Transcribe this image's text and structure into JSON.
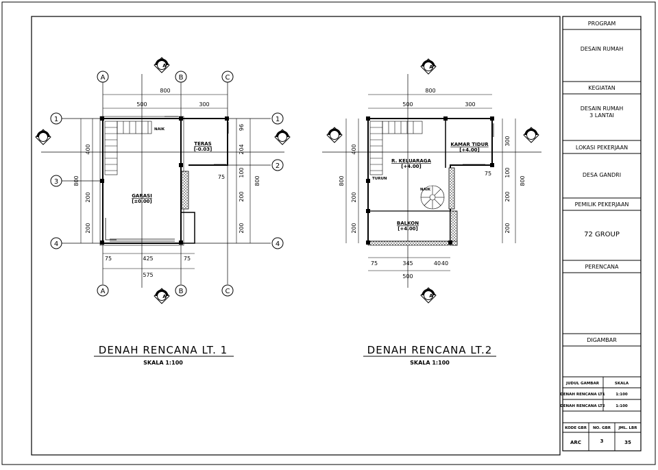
{
  "plan1": {
    "title": "DENAH RENCANA LT. 1",
    "scale": "SKALA 1:100",
    "grid_letters": [
      "A",
      "B",
      "C"
    ],
    "grid_numbers": [
      "1",
      "2",
      "3",
      "4"
    ],
    "dims": {
      "top_total": "800",
      "top_a": "500",
      "top_b": "300",
      "left_400": "400",
      "left_800": "800",
      "left_200a": "200",
      "left_200b": "200",
      "right_96": "96",
      "right_204": "204",
      "right_100": "100",
      "right_200a": "200",
      "right_200b": "200",
      "right_800": "800",
      "inner_75": "75",
      "bottom_75a": "75",
      "bottom_425": "425",
      "bottom_75b": "75",
      "bottom_575": "575"
    },
    "rooms": {
      "teras_name": "TERAS",
      "teras_level": "[-0.03]",
      "garasi_name": "GARASI",
      "garasi_level": "[±0.00]",
      "naik": "NAIK"
    }
  },
  "plan2": {
    "title": "DENAH RENCANA LT.2",
    "scale": "SKALA 1:100",
    "dims": {
      "top_total": "800",
      "top_a": "500",
      "top_b": "300",
      "left_400": "400",
      "left_800": "800",
      "left_200a": "200",
      "left_200b": "200",
      "right_300": "300",
      "right_100": "100",
      "right_200a": "200",
      "right_200b": "200",
      "right_800": "800",
      "inner_75": "75",
      "bottom_75": "75",
      "bottom_345": "345",
      "bottom_40a": "40",
      "bottom_40b": "40",
      "bottom_500": "500"
    },
    "rooms": {
      "keluarga_name": "R. KELUARAGA",
      "keluarga_level": "[+4.00]",
      "kamar_name": "KAMAR TIDUR",
      "kamar_level": "[+4.00]",
      "balkon_name": "BALKON",
      "balkon_level": "[+4.00]",
      "turun": "TURUN",
      "naik": "NAIK"
    }
  },
  "section_marker": "A",
  "title_block": {
    "program_label": "PROGRAM",
    "program_value": "DESAIN RUMAH",
    "kegiatan_label": "KEGIATAN",
    "kegiatan_value_1": "DESAIN RUMAH",
    "kegiatan_value_2": "3 LANTAI",
    "lokasi_label": "LOKASI PEKERJAAN",
    "lokasi_value": "DESA GANDRI",
    "pemilik_label": "PEMILIK PEKERJAAN",
    "pemilik_value": "72 GROUP",
    "perencana_label": "PERENCANA",
    "digambar_label": "DIGAMBAR",
    "table_head_judul": "JUDUL GAMBAR",
    "table_head_skala": "SKALA",
    "rows": [
      {
        "judul": "DENAH RENCANA LT1",
        "skala": "1:100"
      },
      {
        "judul": "DENAH RENCANA LT2",
        "skala": "1:100"
      }
    ],
    "kode_label": "KODE GBR",
    "no_label": "NO. GBR",
    "jml_label": "JML. LBR",
    "kode_value": "ARC",
    "no_value": "3",
    "jml_value": "35"
  }
}
